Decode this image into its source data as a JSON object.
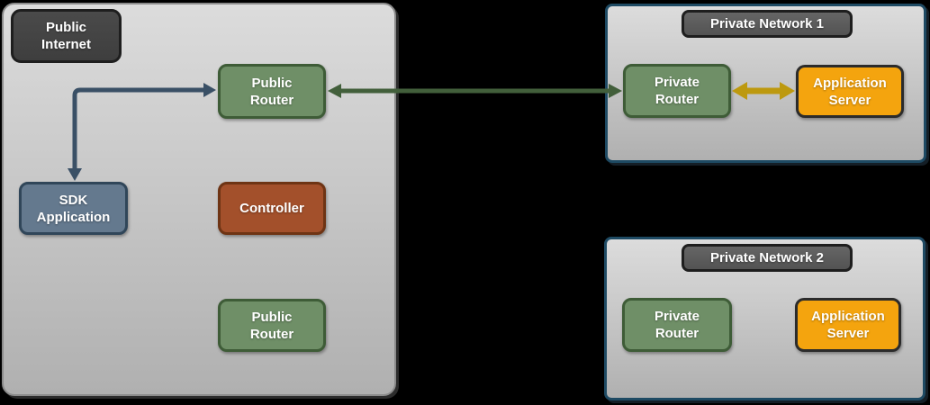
{
  "colors": {
    "background": "#000000",
    "container_fill_top": "#dcdcdc",
    "container_fill_bottom": "#b0b0b0",
    "public_container_border": "#8c8c8c",
    "private_container_border": "#1e4a63",
    "internet_badge_fill": "#3e3e3e",
    "network_badge_fill": "#535353",
    "badge_border": "#1e1e1e",
    "router_green": "#6f8f67",
    "router_green_border": "#3e5c37",
    "sdk_blue": "#64798e",
    "sdk_blue_border": "#304659",
    "controller_red": "#a3502b",
    "controller_red_border": "#6e3414",
    "server_orange": "#f4a40e",
    "server_orange_border": "#2b2b2b",
    "arrow_blue": "#3a5066",
    "arrow_green": "#425f3b",
    "arrow_gold": "#bd990f",
    "text": "#ffffff"
  },
  "public_internet": {
    "label": "Public\nInternet",
    "nodes": {
      "public_router_top": "Public\nRouter",
      "sdk_application": "SDK\nApplication",
      "controller": "Controller",
      "public_router_bottom": "Public\nRouter"
    }
  },
  "private_network_1": {
    "label": "Private Network 1",
    "nodes": {
      "private_router": "Private\nRouter",
      "application_server": "Application\nServer"
    }
  },
  "private_network_2": {
    "label": "Private Network 2",
    "nodes": {
      "private_router": "Private\nRouter",
      "application_server": "Application\nServer"
    }
  }
}
